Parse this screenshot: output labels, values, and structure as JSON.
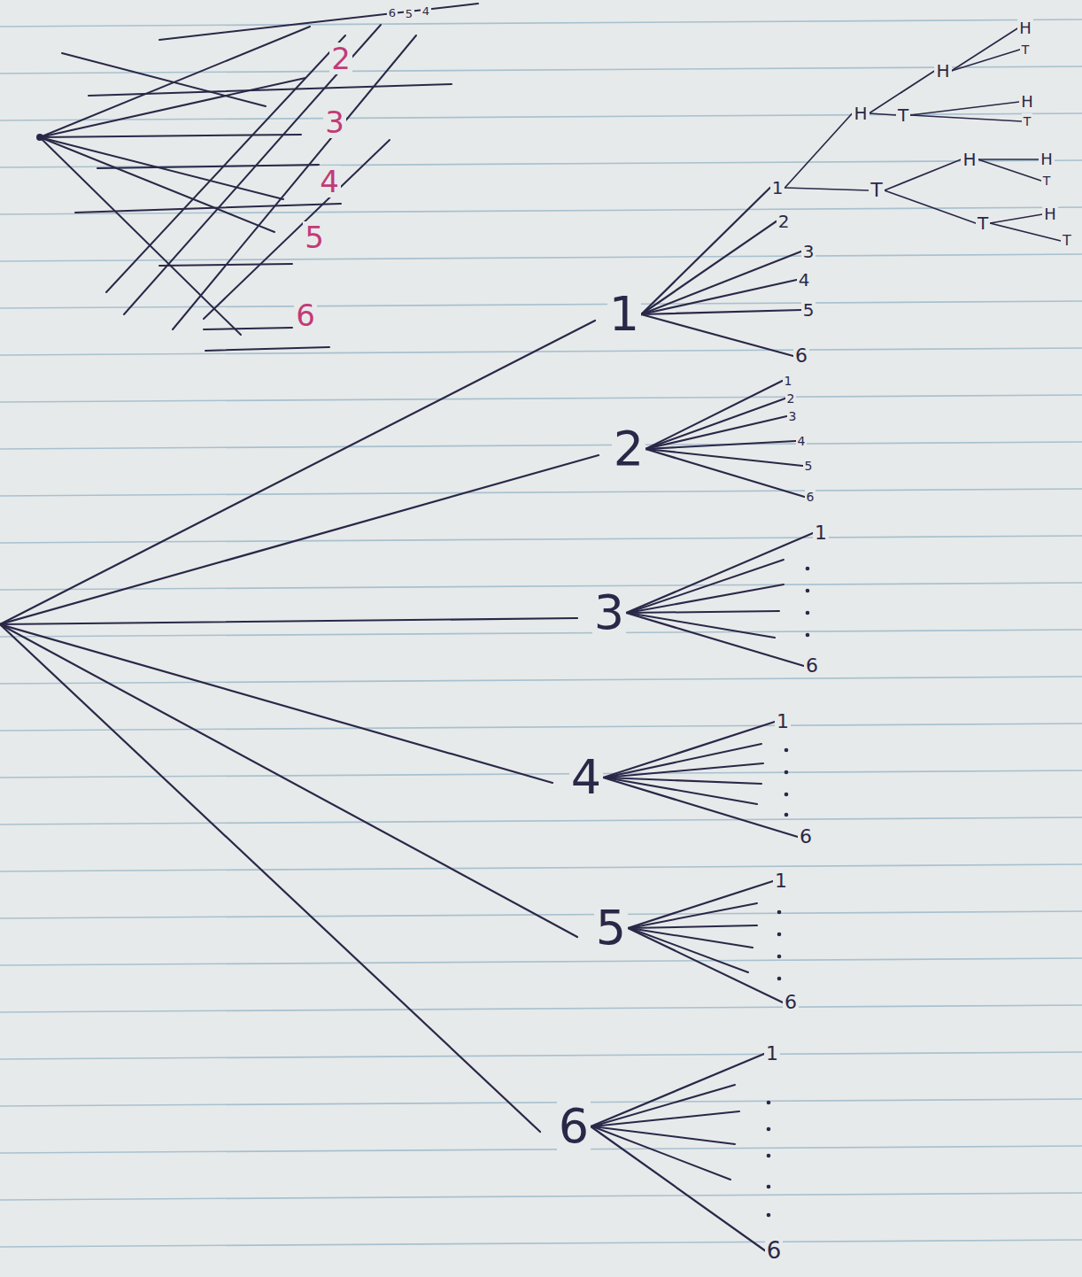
{
  "diagram": {
    "nodes": [
      {
        "text": [
          "1"
        ]
      },
      {
        "text": [
          "1"
        ]
      },
      {
        "text": [
          "2"
        ]
      },
      {
        "text": [
          "3"
        ]
      },
      {
        "text": [
          "4"
        ]
      },
      {
        "text": [
          "5"
        ]
      },
      {
        "text": [
          "6"
        ]
      },
      {
        "text": [
          "H"
        ]
      },
      {
        "text": [
          "H"
        ]
      },
      {
        "text": [
          "H"
        ]
      },
      {
        "text": [
          "T"
        ]
      },
      {
        "text": [
          "T"
        ]
      },
      {
        "text": [
          "H"
        ]
      },
      {
        "text": [
          "T"
        ]
      },
      {
        "text": [
          "T"
        ]
      },
      {
        "text": [
          "H"
        ]
      },
      {
        "text": [
          "H"
        ]
      },
      {
        "text": [
          "T"
        ]
      },
      {
        "text": [
          "T"
        ]
      },
      {
        "text": [
          "H"
        ]
      },
      {
        "text": [
          "T"
        ]
      },
      {
        "text": [
          "2"
        ]
      },
      {
        "text": [
          "1"
        ]
      },
      {
        "text": [
          "2"
        ]
      },
      {
        "text": [
          "3"
        ]
      },
      {
        "text": [
          "4"
        ]
      },
      {
        "text": [
          "5"
        ]
      },
      {
        "text": [
          "6"
        ]
      },
      {
        "text": [
          "3"
        ]
      },
      {
        "text": [
          "1"
        ]
      },
      {
        "text": [
          "6"
        ]
      },
      {
        "text": [
          "4"
        ]
      },
      {
        "text": [
          "1"
        ]
      },
      {
        "text": [
          "6"
        ]
      },
      {
        "text": [
          "5"
        ]
      },
      {
        "text": [
          "1"
        ]
      },
      {
        "text": [
          "6"
        ]
      },
      {
        "text": [
          "6"
        ]
      },
      {
        "text": [
          "1"
        ]
      },
      {
        "text": [
          "6"
        ]
      }
    ],
    "edges": [
      {
        "from": 0,
        "to": 1,
        "arrow": "none"
      },
      {
        "from": 0,
        "to": 2,
        "arrow": "none"
      },
      {
        "from": 0,
        "to": 3,
        "arrow": "none"
      },
      {
        "from": 0,
        "to": 4,
        "arrow": "none"
      },
      {
        "from": 0,
        "to": 5,
        "arrow": "none"
      },
      {
        "from": 0,
        "to": 6,
        "arrow": "none"
      },
      {
        "from": 1,
        "to": 7,
        "arrow": "none"
      },
      {
        "from": 7,
        "to": 8,
        "arrow": "none"
      },
      {
        "from": 8,
        "to": 9,
        "arrow": "none"
      },
      {
        "from": 8,
        "to": 10,
        "arrow": "none"
      },
      {
        "from": 7,
        "to": 11,
        "arrow": "none"
      },
      {
        "from": 11,
        "to": 12,
        "arrow": "none"
      },
      {
        "from": 11,
        "to": 13,
        "arrow": "none"
      },
      {
        "from": 1,
        "to": 14,
        "arrow": "none"
      },
      {
        "from": 14,
        "to": 15,
        "arrow": "none"
      },
      {
        "from": 15,
        "to": 16,
        "arrow": "none"
      },
      {
        "from": 15,
        "to": 17,
        "arrow": "none"
      },
      {
        "from": 14,
        "to": 18,
        "arrow": "none"
      },
      {
        "from": 18,
        "to": 19,
        "arrow": "none"
      },
      {
        "from": 18,
        "to": 20,
        "arrow": "none"
      },
      {
        "from": 21,
        "to": 22,
        "arrow": "none"
      },
      {
        "from": 21,
        "to": 23,
        "arrow": "none"
      },
      {
        "from": 21,
        "to": 24,
        "arrow": "none"
      },
      {
        "from": 21,
        "to": 25,
        "arrow": "none"
      },
      {
        "from": 21,
        "to": 26,
        "arrow": "none"
      },
      {
        "from": 21,
        "to": 27,
        "arrow": "none"
      },
      {
        "from": 28,
        "to": 29,
        "arrow": "none"
      },
      {
        "from": 28,
        "to": 30,
        "arrow": "none"
      },
      {
        "from": 31,
        "to": 32,
        "arrow": "none"
      },
      {
        "from": 31,
        "to": 33,
        "arrow": "none"
      },
      {
        "from": 34,
        "to": 35,
        "arrow": "none"
      },
      {
        "from": 34,
        "to": 36,
        "arrow": "none"
      },
      {
        "from": 37,
        "to": 38,
        "arrow": "none"
      },
      {
        "from": 37,
        "to": 39,
        "arrow": "none"
      }
    ],
    "labels": [
      "2",
      "3",
      "4",
      "5",
      "6",
      "6",
      "5",
      "4"
    ]
  }
}
